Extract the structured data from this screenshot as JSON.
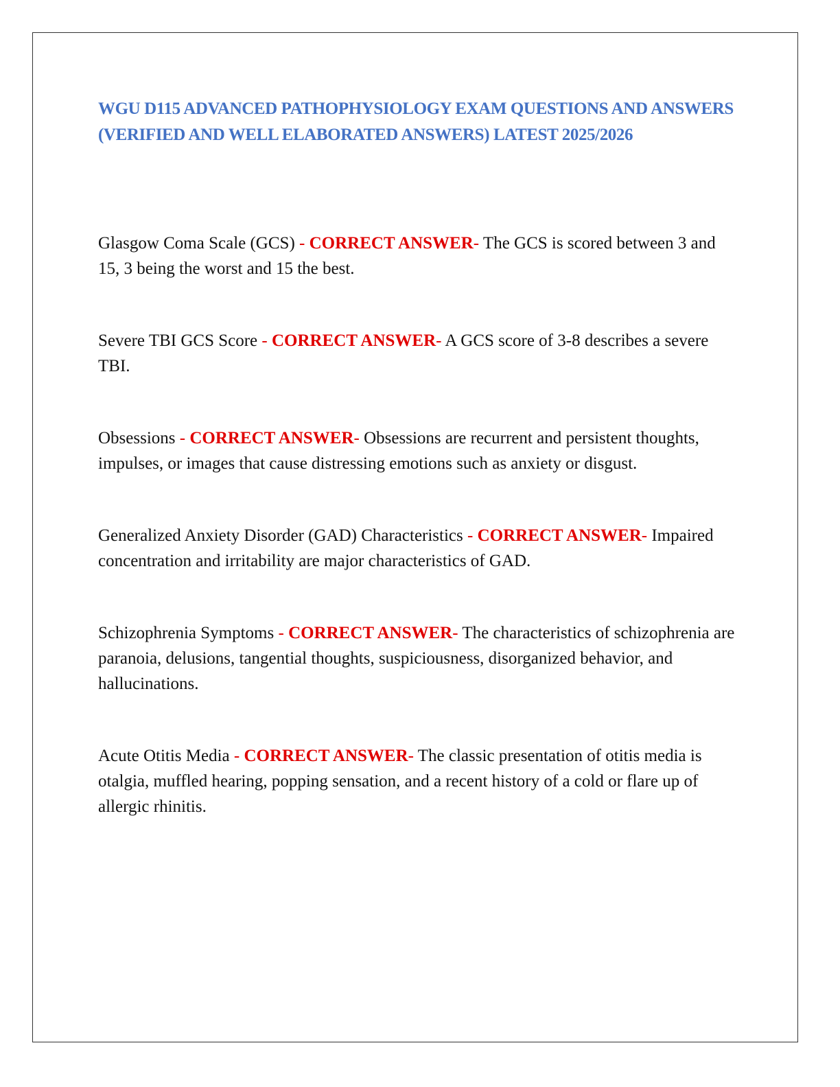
{
  "document": {
    "title": "WGU D115 ADVANCED PATHOPHYSIOLOGY EXAM QUESTIONS AND ANSWERS (VERIFIED AND WELL ELABORATED ANSWERS) LATEST 2025/2026",
    "answer_separator": " - ",
    "answer_marker": "CORRECT ANSWER",
    "answer_suffix": "- ",
    "title_color": "#4472c4",
    "marker_color": "#e00000"
  },
  "items": [
    {
      "term": "Glasgow Coma Scale (GCS)",
      "answer": "The GCS is scored between 3 and 15, 3 being the worst and 15 the best."
    },
    {
      "term": "Severe TBI GCS Score",
      "answer": "A GCS score of 3-8 describes a severe TBI."
    },
    {
      "term": "Obsessions",
      "answer": "Obsessions are recurrent and persistent thoughts, impulses, or images that cause distressing emotions such as anxiety or disgust."
    },
    {
      "term": "Generalized Anxiety Disorder (GAD) Characteristics",
      "answer": "Impaired concentration and irritability are major characteristics of GAD."
    },
    {
      "term": "Schizophrenia Symptoms",
      "answer": "The characteristics of schizophrenia are paranoia, delusions, tangential thoughts, suspiciousness, disorganized behavior, and hallucinations."
    },
    {
      "term": "Acute Otitis Media",
      "answer": "The classic presentation of otitis media is otalgia, muffled hearing, popping sensation, and a recent history of a cold or flare up of allergic rhinitis."
    }
  ]
}
